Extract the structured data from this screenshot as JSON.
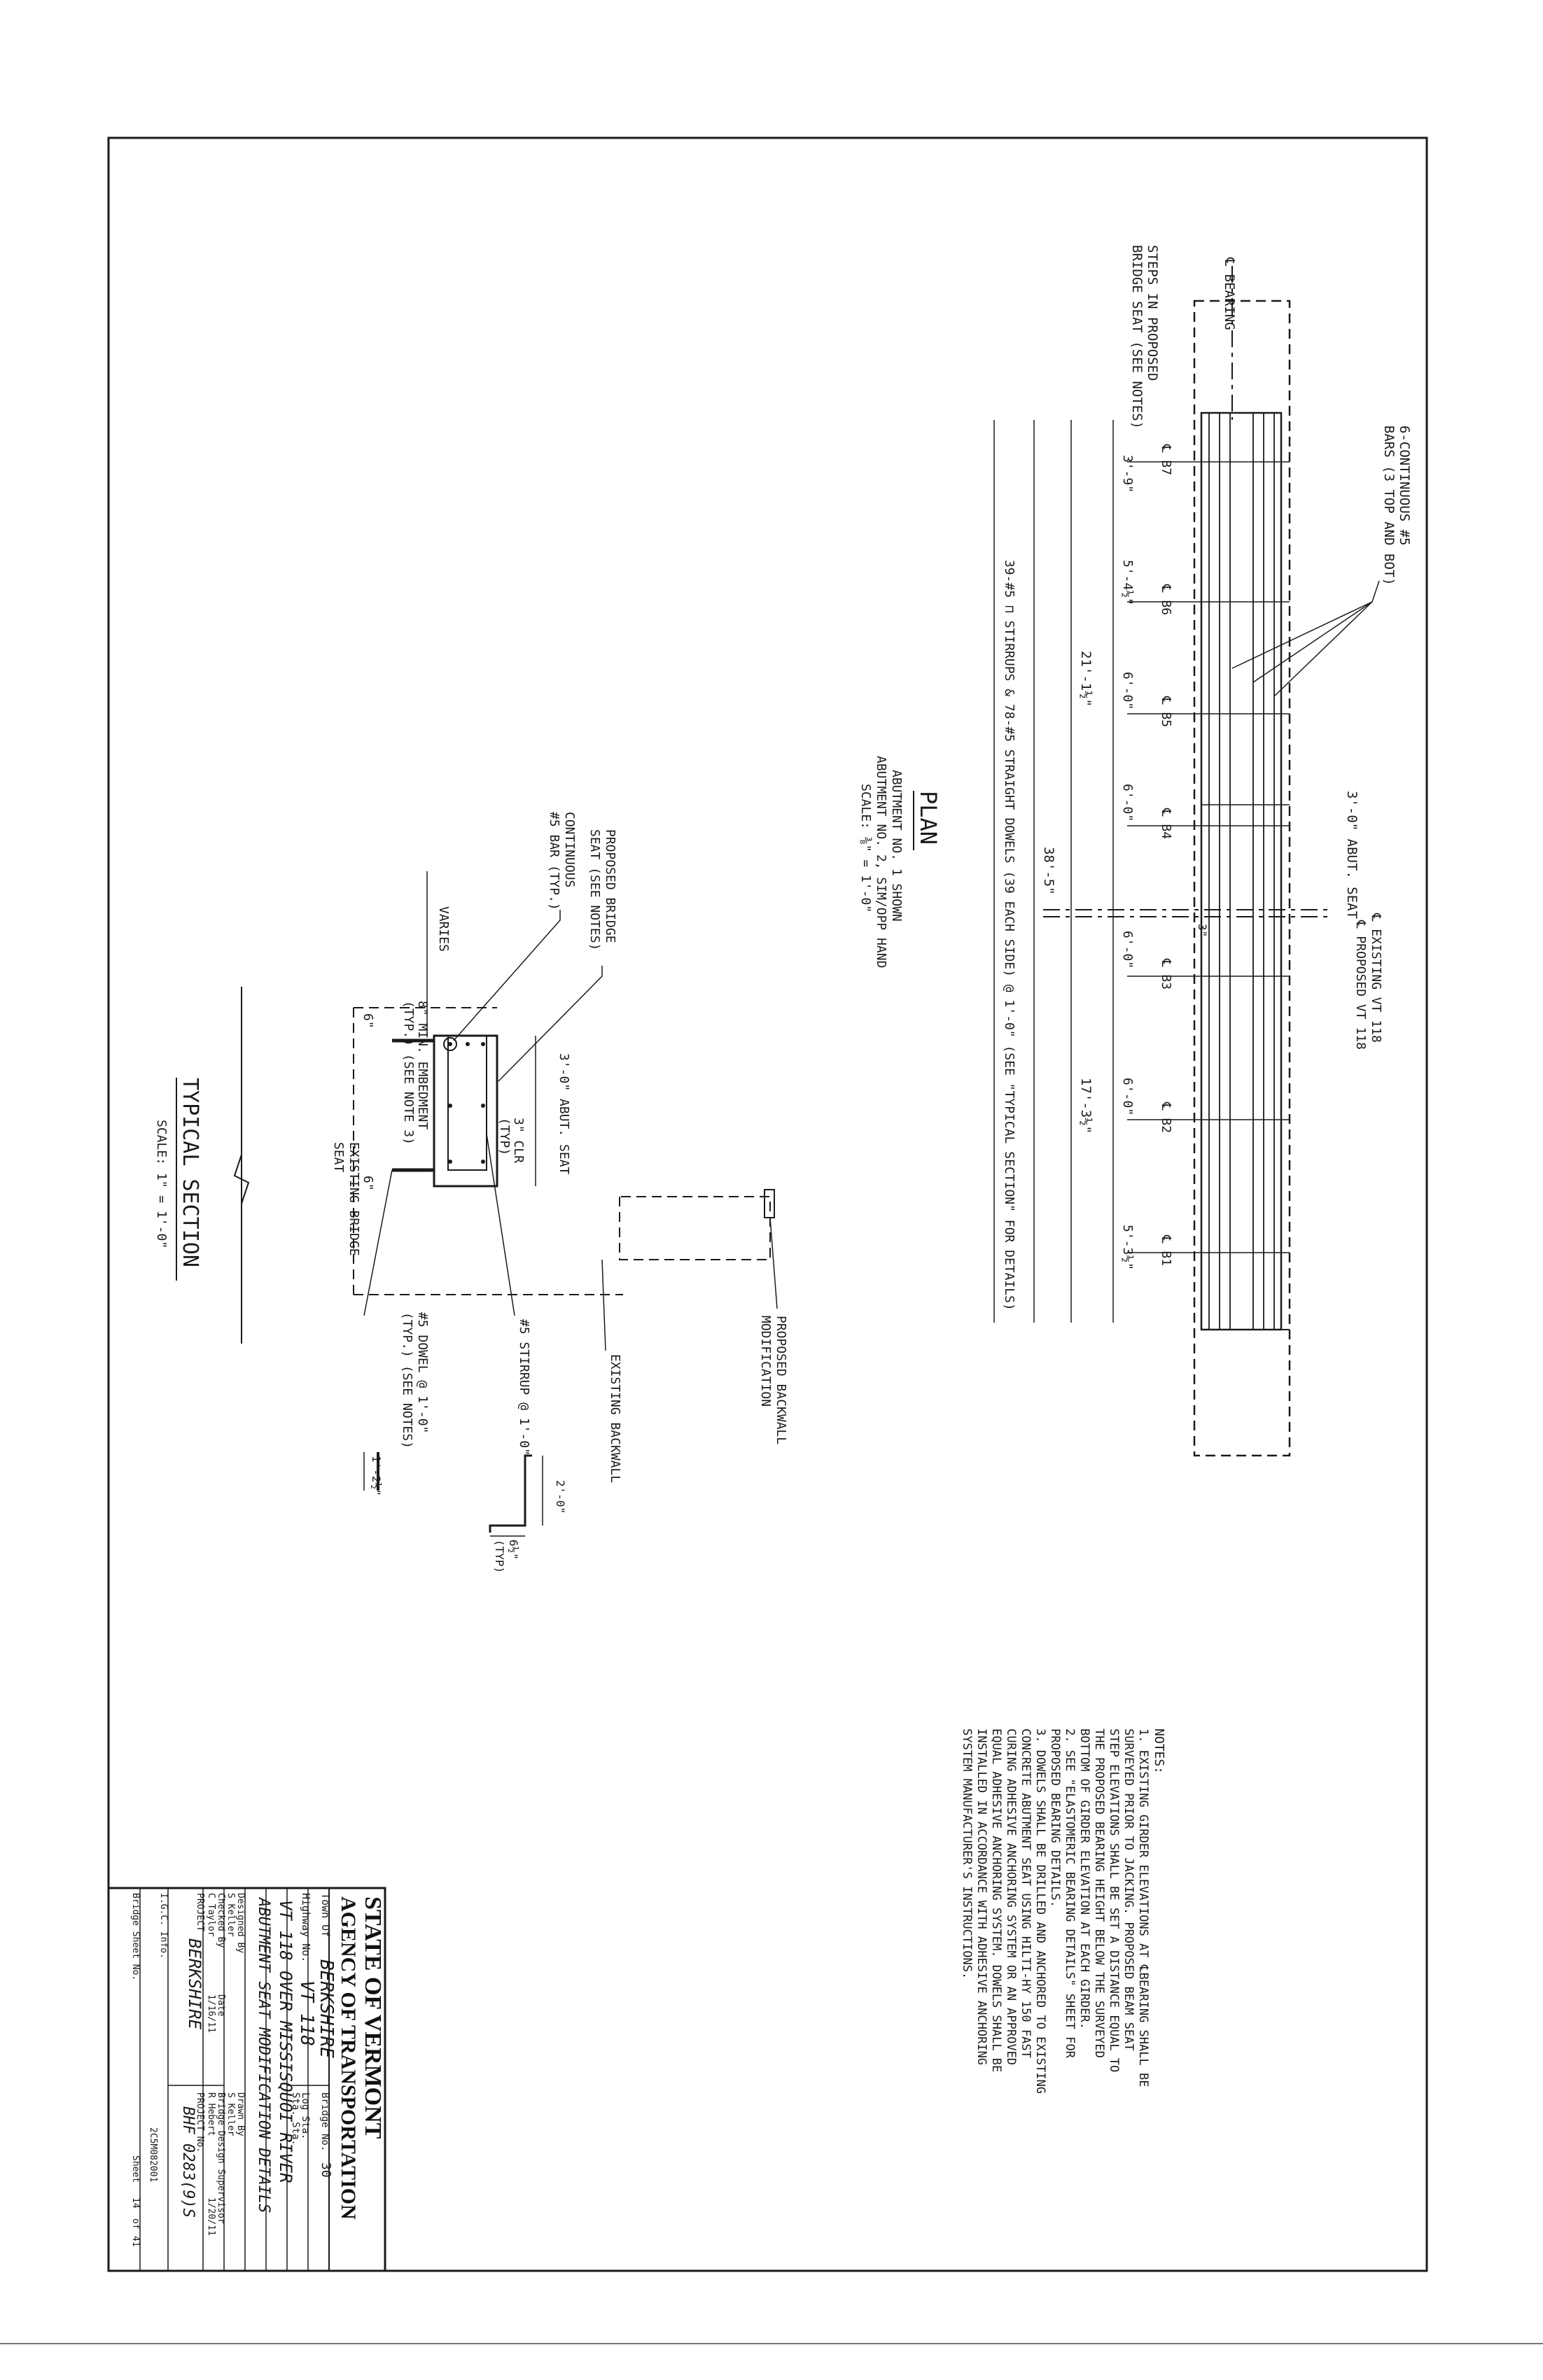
{
  "plan": {
    "bearing_label": "℄ BEARING",
    "bars_label_1": "6-CONTINUOUS #5",
    "bars_label_2": "BARS (3 TOP AND BOT)",
    "abut_seat_label": "3'-0\" ABUT. SEAT",
    "existing_cl": "℄ EXISTING VT 118",
    "proposed_cl": "℄ PROPOSED VT 118",
    "offset_dim": "3\"",
    "steps_label_1": "STEPS IN PROPOSED",
    "steps_label_2": "BRIDGE SEAT (SEE NOTES)",
    "beams": [
      "℄ B7",
      "℄ B6",
      "℄ B5",
      "℄ B4",
      "℄ B3",
      "℄ B2",
      "℄ B1"
    ],
    "spacings": [
      "3'-9\"",
      "5'-4½\"",
      "6'-0\"",
      "6'-0\"",
      "6'-0\"",
      "6'-0\"",
      "5'-3½\""
    ],
    "dim_left": "21'-1½\"",
    "dim_right": "17'-3½\"",
    "dim_total": "38'-5\"",
    "stirrup_note": "39-#5 ⊓ STIRRUPS & 78-#5 STRAIGHT DOWELS (39 EACH SIDE) @ 1'-0\" (SEE \"TYPICAL SECTION\" FOR DETAILS)",
    "title": "PLAN",
    "subtitle_1": "ABUTMENT NO. 1 SHOWN",
    "subtitle_2": "ABUTMENT NO. 2, SIM/OPP HAND",
    "scale": "SCALE: ⅜\" = 1'-0\""
  },
  "section": {
    "proposed_seat_1": "PROPOSED BRIDGE",
    "proposed_seat_2": "SEAT (SEE NOTES)",
    "continuous_1": "CONTINUOUS",
    "continuous_2": "#5 BAR (TYP.)",
    "varies": "VARIES",
    "abut_seat": "3'-0\" ABUT. SEAT",
    "clr_1": "3\" CLR",
    "clr_2": "(TYP)",
    "six_in_a": "6\"",
    "six_in_b": "6\"",
    "embed_1": "8\" MIN. EMBEDMENT",
    "embed_2": "(TYP.) (SEE NOTE 3)",
    "existing_seat_1": "EXISTING BRIDGE",
    "existing_seat_2": "SEAT",
    "dowel_1": "#5 DOWEL @ 1'-0\"",
    "dowel_2": "(TYP.) (SEE NOTES)",
    "stirrup": "#5 STIRRUP @ 1'-0\"",
    "existing_backwall": "EXISTING BACKWALL",
    "backwall_mod_1": "PROPOSED BACKWALL",
    "backwall_mod_2": "MODIFICATION",
    "dowel_len": "1'-2½\"",
    "stirrup_h": "2'-0\"",
    "stirrup_w": "6½\"",
    "stirrup_typ": "(TYP)",
    "title": "TYPICAL SECTION",
    "scale": "SCALE: 1\" = 1'-0\""
  },
  "notes": {
    "heading": "NOTES:",
    "lines": [
      "1. EXISTING GIRDER ELEVATIONS AT ℄BEARING SHALL BE",
      "   SURVEYED PRIOR TO JACKING. PROPOSED BEAM SEAT",
      "   STEP ELEVATIONS SHALL BE SET A DISTANCE EQUAL TO",
      "   THE PROPOSED BEARING HEIGHT BELOW THE SURVEYED",
      "   BOTTOM OF GIRDER ELEVATION AT EACH GIRDER.",
      "2. SEE \"ELASTOMERIC BEARING DETAILS\" SHEET FOR",
      "   PROPOSED BEARING DETAILS.",
      "3. DOWELS SHALL BE DRILLED AND ANCHORED TO EXISTING",
      "   CONCRETE ABUTMENT SEAT USING HILTI-HY 150 FAST",
      "   CURING ADHESIVE ANCHORING SYSTEM OR AN APPROVED",
      "   EQUAL ADHESIVE ANCHORING SYSTEM. DOWELS SHALL BE",
      "   INSTALLED IN ACCORDANCE WITH ADHESIVE ANCHORING",
      "   SYSTEM MANUFACTURER'S INSTRUCTIONS."
    ]
  },
  "title_block": {
    "agency_1": "STATE OF VERMONT",
    "agency_2": "AGENCY OF TRANSPORTATION",
    "town_label": "Town Of",
    "town": "BERKSHIRE",
    "bridge_no_label": "Bridge No.",
    "bridge_no": "30",
    "highway_label": "Highway No.",
    "highway": "VT 118",
    "log_sta": "Log Sta.",
    "sta": "Sta. Sta.",
    "crossing": "VT 118 OVER MISSISQUOI RIVER",
    "sheet_title": "ABUTMENT SEAT MODIFICATION DETAILS",
    "designed_by_label": "Designed By",
    "designed_by": "S Keller",
    "drawn_by_label": "Drawn By",
    "drawn_by": "S Keller",
    "checked_by_label": "Checked By",
    "checked_by": "C Taylor",
    "date_label": "Date",
    "date1": "1/16/11",
    "supervisor_label": "Bridge Design Supervisor",
    "supervisor": "R Hebert",
    "date2": "1/20/11",
    "project_label": "PROJECT",
    "project": "BERKSHIRE",
    "project_no_label": "PROJECT No.",
    "project_no": "BHF 0283(9)S",
    "igc_label": "I.G.C. Info.",
    "igc": "2C5M082001",
    "bridge_sheet_label": "Bridge Sheet No.",
    "sheet_label": "Sheet",
    "sheet_no": "14",
    "of_label": "of",
    "sheet_total": "41"
  }
}
